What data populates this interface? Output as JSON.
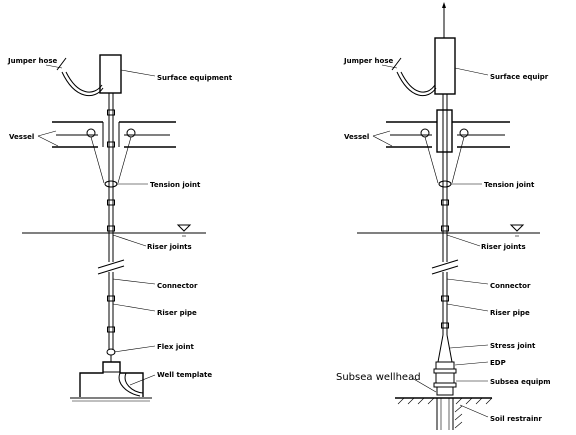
{
  "left_diagram": {
    "labels": {
      "jumper_hose": "Jumper hose",
      "surface_equipment": "Surface equipment",
      "vessel": "Vessel",
      "tension_joint": "Tension joint",
      "riser_joints": "Riser joints",
      "connector": "Connector",
      "riser_pipe": "Riser pipe",
      "flex_joint": "Flex joint",
      "well_template": "Well template"
    }
  },
  "right_diagram": {
    "labels": {
      "jumper_hose": "Jumper hose",
      "surface_equipment": "Surface equipr",
      "vessel": "Vessel",
      "tension_joint": "Tension joint",
      "riser_joints": "Riser joints",
      "connector": "Connector",
      "riser_pipe": "Riser pipe",
      "stress_joint": "Stress joint",
      "edp": "EDP",
      "subsea_equipment": "Subsea equipm",
      "subsea_wellhead": "Subsea wellhead",
      "soil_restraint": "Soil restrainr"
    }
  }
}
